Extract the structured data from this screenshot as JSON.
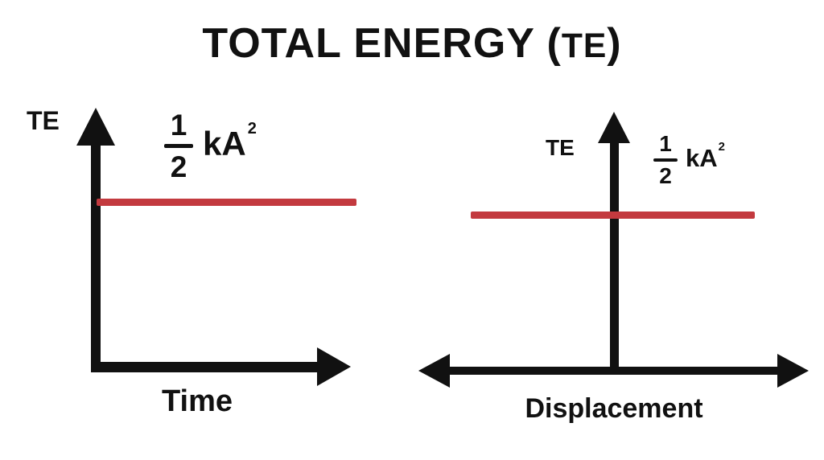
{
  "title": {
    "prefix": "TOTAL ENERGY (",
    "acronym": "TE",
    "suffix": ")"
  },
  "colors": {
    "ink": "#111111",
    "energy_line": "#c33a3f",
    "background": "#ffffff"
  },
  "charts": [
    {
      "name": "te-vs-time",
      "y_axis_label": "TE",
      "x_axis_label": "Time",
      "formula": {
        "numerator": "1",
        "denominator": "2",
        "coefficient": "kA",
        "exponent": "2"
      }
    },
    {
      "name": "te-vs-displacement",
      "y_axis_label": "TE",
      "x_axis_label": "Displacement",
      "formula": {
        "numerator": "1",
        "denominator": "2",
        "coefficient": "kA",
        "exponent": "2"
      }
    }
  ],
  "chart_data": [
    {
      "type": "line",
      "title": "Total energy vs time",
      "xlabel": "Time",
      "ylabel": "TE",
      "series": [
        {
          "name": "Total energy",
          "value": "constant horizontal line at (1/2)kA²"
        }
      ],
      "grid": false,
      "legend": false
    },
    {
      "type": "line",
      "title": "Total energy vs displacement",
      "xlabel": "Displacement",
      "ylabel": "TE",
      "series": [
        {
          "name": "Total energy",
          "value": "constant horizontal line at (1/2)kA²"
        }
      ],
      "grid": false,
      "legend": false
    }
  ]
}
